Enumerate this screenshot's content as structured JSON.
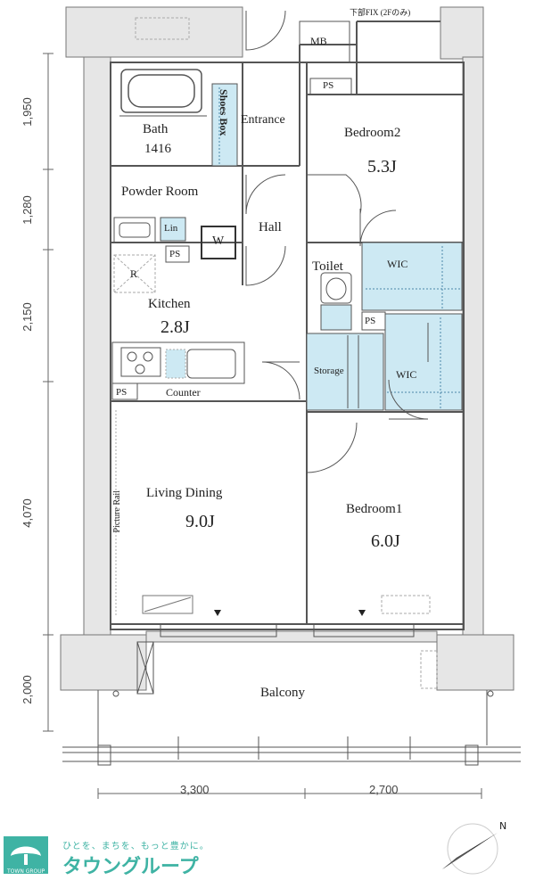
{
  "rooms": {
    "bath": {
      "name": "Bath",
      "size": "1416"
    },
    "shoes_box": "Shoes Box",
    "entrance": "Entrance",
    "bedroom2": {
      "name": "Bedroom2",
      "area": "5.3J"
    },
    "powder_room": "Powder Room",
    "hall": "Hall",
    "kitchen": {
      "name": "Kitchen",
      "area": "2.8J"
    },
    "toilet": "Toilet",
    "wic_upper": "WIC",
    "storage": "Storage",
    "wic_lower": "WIC",
    "living_dining": {
      "name": "Living Dining",
      "area": "9.0J"
    },
    "bedroom1": {
      "name": "Bedroom1",
      "area": "6.0J"
    },
    "balcony": "Balcony"
  },
  "fixtures": {
    "mb": "MB",
    "ps_top": "PS",
    "ps_powder": "PS",
    "ps_toilet": "PS",
    "ps_kitchen": "PS",
    "lin": "Lin",
    "w": "W",
    "r": "R",
    "counter": "Counter",
    "picture_rail": "Picture Rail",
    "fix_note": "下部FIX (2Fのみ)"
  },
  "dimensions": {
    "left": [
      "1,950",
      "1,280",
      "2,150",
      "4,070",
      "2,000"
    ],
    "bottom": [
      "3,300",
      "2,700"
    ]
  },
  "compass": "N",
  "logo": {
    "tagline": "ひとを、まちを、もっと豊かに。",
    "name": "タウングループ",
    "sub": "TOWN GROUP"
  },
  "colors": {
    "closet_fill": "#cde9f3",
    "wall": "#e6e6e6",
    "line": "#444444",
    "brand": "#3fb3a4"
  }
}
